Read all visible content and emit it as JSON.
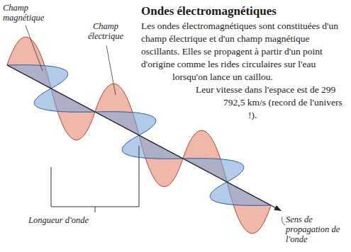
{
  "diagram": {
    "title": "Ondes électromagnétiques",
    "labels": [
      "Champ magnétique",
      "Champ électrique",
      "Les ondes électromagnétiques sont constituées d'un champ électrique et d'un champ magnétique oscillants. Elles se propagent à partir d'un point d'origine comme les rides circulaires sur l'eau lorsqu'on lance un caillou.",
      "Leur vitesse dans l'espace est de 299 792,5 km/s (record de l'univers !).",
      "Longueur d'onde",
      "Sens de propagation de l'onde"
    ]
  }
}
